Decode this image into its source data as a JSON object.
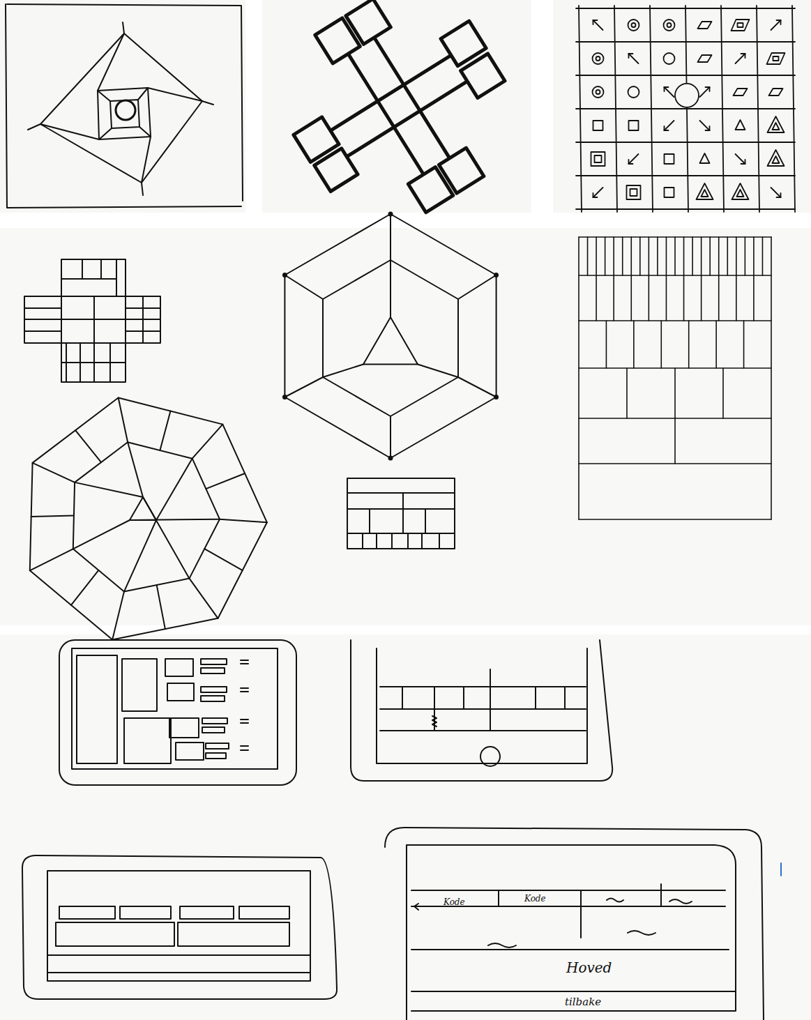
{
  "diagram": {
    "labels": [
      "Kode",
      "Kode",
      "Hoved",
      "tilbake"
    ]
  }
}
